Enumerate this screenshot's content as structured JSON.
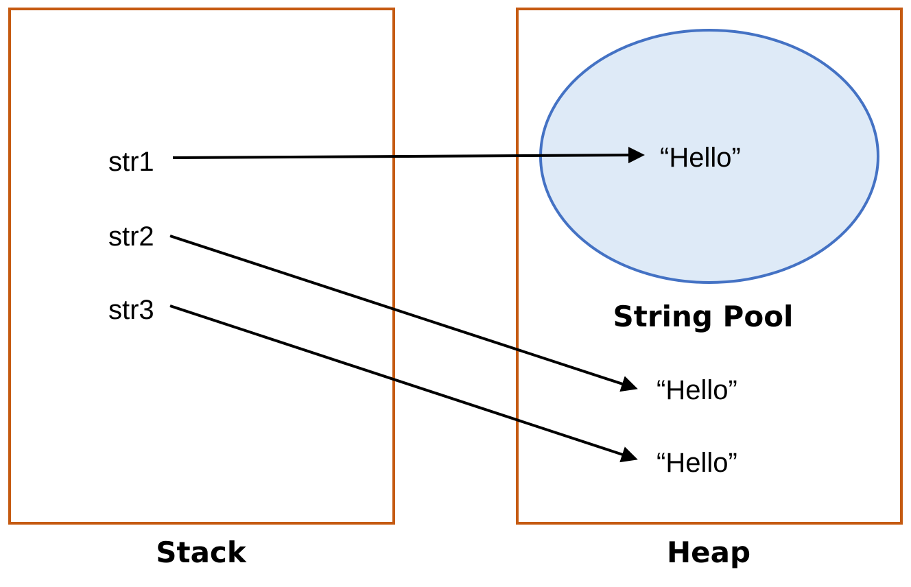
{
  "stack": {
    "label": "Stack",
    "variables": [
      "str1",
      "str2",
      "str3"
    ]
  },
  "heap": {
    "label": "Heap",
    "string_pool": {
      "label": "String Pool",
      "value": "“Hello”"
    },
    "objects": [
      "“Hello”",
      "“Hello”"
    ]
  },
  "colors": {
    "box_border": "#C55A11",
    "pool_fill": "#DEEAF7",
    "pool_border": "#4472C4",
    "arrow": "#000000"
  }
}
